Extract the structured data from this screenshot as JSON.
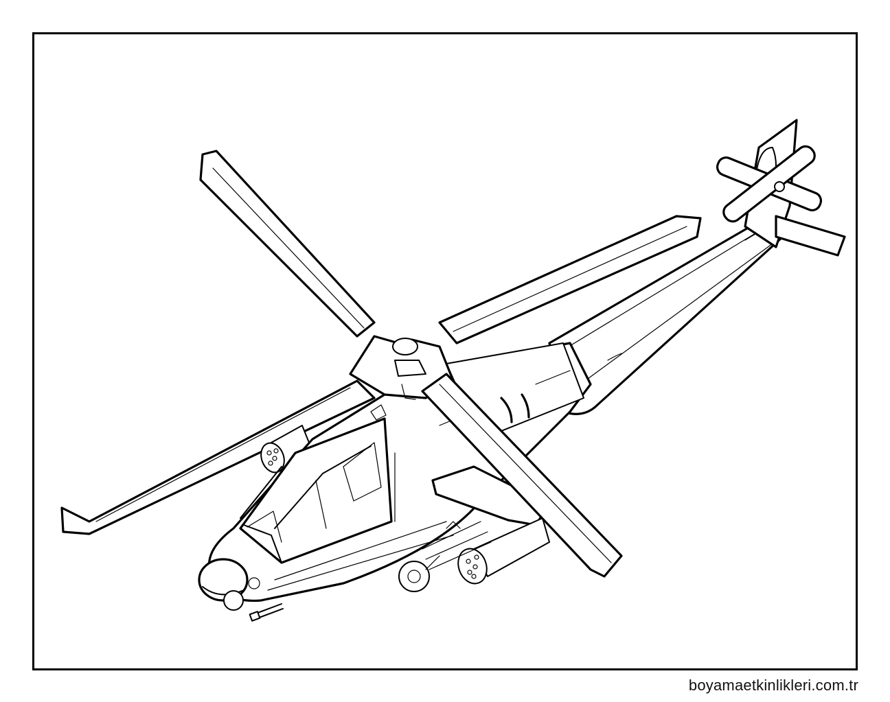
{
  "page": {
    "subject": "Attack helicopter coloring page (line art)",
    "footer_text": "boyamaetkinlikleri.com.tr"
  },
  "colors": {
    "background": "#ffffff",
    "line": "#000000",
    "frame_border": "#000000"
  },
  "drawing": {
    "elements": [
      "main-rotor-blades",
      "rotor-hub",
      "cockpit",
      "nose-sensor-turret",
      "chain-gun",
      "stub-wing",
      "rocket-pods",
      "missile-rack",
      "tail-boom",
      "tail-rotor",
      "horizontal-stabilizer"
    ]
  }
}
